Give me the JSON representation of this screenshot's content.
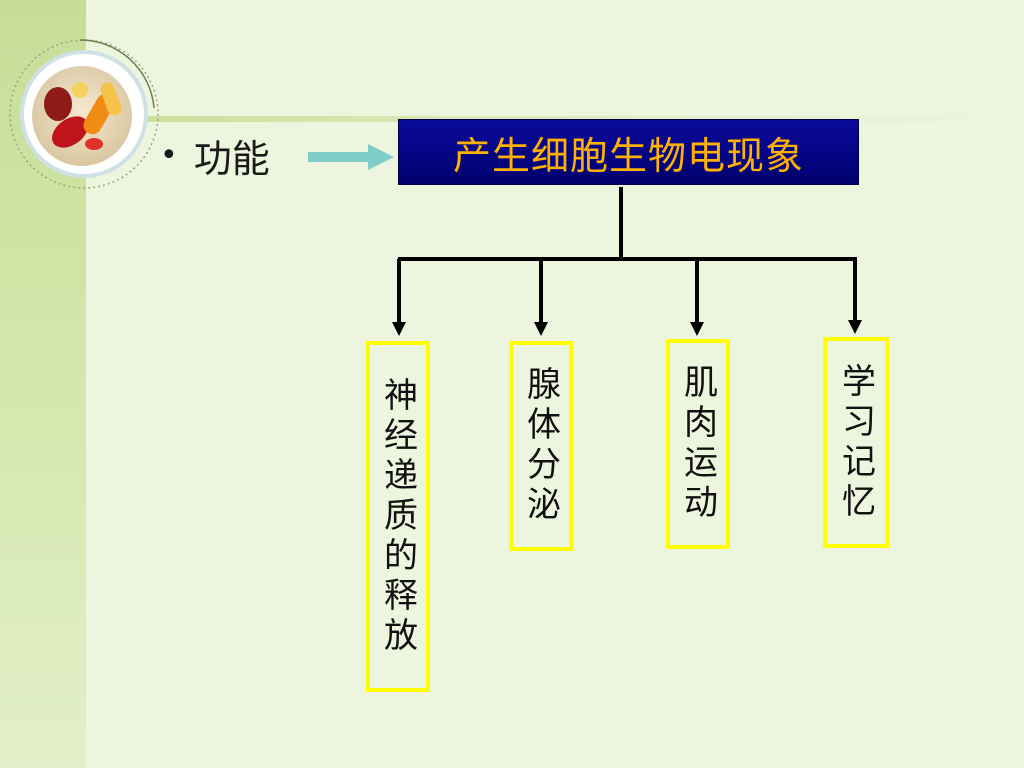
{
  "bullet": {
    "marker": "•",
    "label": "功能"
  },
  "title_box": {
    "label": "产生细胞生物电现象"
  },
  "branches": [
    {
      "label": "神经递质的释放"
    },
    {
      "label": "腺体分泌"
    },
    {
      "label": "肌肉运动"
    },
    {
      "label": "学习记忆"
    }
  ],
  "icons": {
    "logo": "pills-logo-icon",
    "arrow": "right-arrow-icon"
  },
  "colors": {
    "band": "#c6dd97",
    "background": "#edf5df",
    "title_fill": "#00007a",
    "title_text": "#ffb000",
    "box_border": "#ffff00",
    "arrow": "#7fcdc8",
    "connector": "#000000"
  }
}
